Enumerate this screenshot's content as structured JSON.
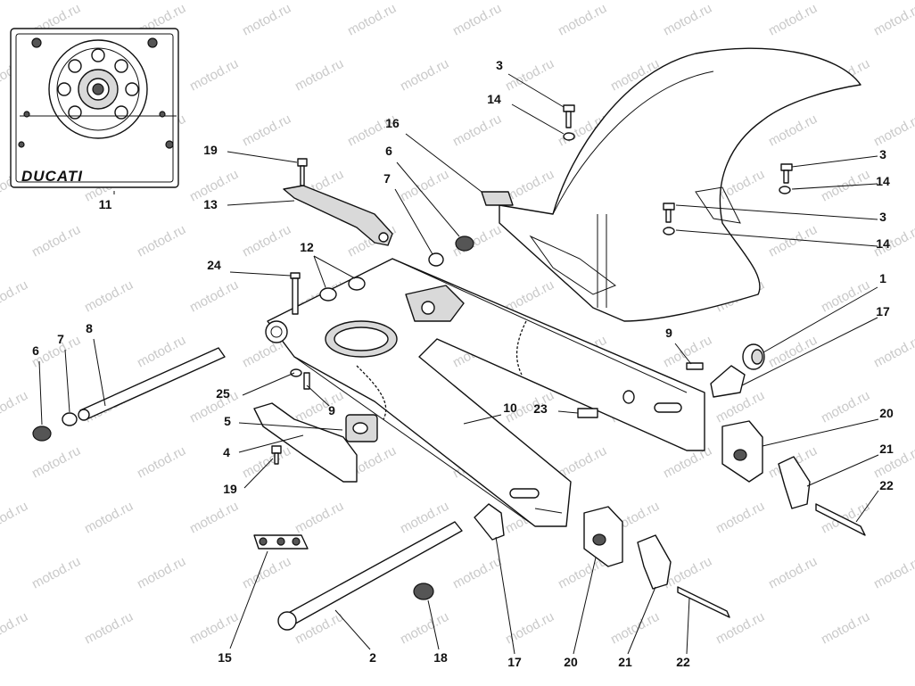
{
  "diagram": {
    "watermark": "motod.ru",
    "brand": "DUCATI",
    "callouts": [
      {
        "id": "c11",
        "label": "11"
      },
      {
        "id": "c19a",
        "label": "19"
      },
      {
        "id": "c13",
        "label": "13"
      },
      {
        "id": "c16",
        "label": "16"
      },
      {
        "id": "c6a",
        "label": "6"
      },
      {
        "id": "c7a",
        "label": "7"
      },
      {
        "id": "c12",
        "label": "12"
      },
      {
        "id": "c24",
        "label": "24"
      },
      {
        "id": "c3a",
        "label": "3"
      },
      {
        "id": "c14a",
        "label": "14"
      },
      {
        "id": "c3b",
        "label": "3"
      },
      {
        "id": "c14b",
        "label": "14"
      },
      {
        "id": "c3c",
        "label": "3"
      },
      {
        "id": "c14c",
        "label": "14"
      },
      {
        "id": "c1",
        "label": "1"
      },
      {
        "id": "c17a",
        "label": "17"
      },
      {
        "id": "c6b",
        "label": "6"
      },
      {
        "id": "c7b",
        "label": "7"
      },
      {
        "id": "c8",
        "label": "8"
      },
      {
        "id": "c9a",
        "label": "9"
      },
      {
        "id": "c25",
        "label": "25"
      },
      {
        "id": "c9b",
        "label": "9"
      },
      {
        "id": "c10",
        "label": "10"
      },
      {
        "id": "c23",
        "label": "23"
      },
      {
        "id": "c5",
        "label": "5"
      },
      {
        "id": "c4",
        "label": "4"
      },
      {
        "id": "c19b",
        "label": "19"
      },
      {
        "id": "c20a",
        "label": "20"
      },
      {
        "id": "c21a",
        "label": "21"
      },
      {
        "id": "c22a",
        "label": "22"
      },
      {
        "id": "c15",
        "label": "15"
      },
      {
        "id": "c2",
        "label": "2"
      },
      {
        "id": "c18",
        "label": "18"
      },
      {
        "id": "c17b",
        "label": "17"
      },
      {
        "id": "c20b",
        "label": "20"
      },
      {
        "id": "c21b",
        "label": "21"
      },
      {
        "id": "c22b",
        "label": "22"
      }
    ]
  }
}
